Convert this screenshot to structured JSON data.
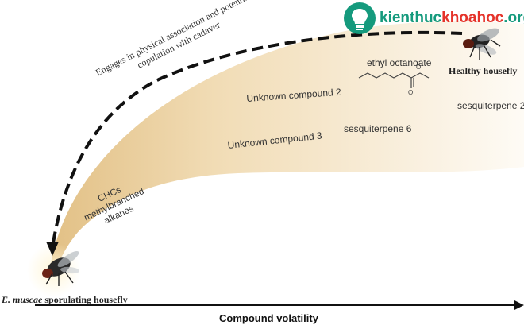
{
  "watermark": {
    "name": "KhoaHoc",
    "text_a": "kienthuc",
    "text_b": "khoahoc",
    "text_c": ".org",
    "color_a": "#159a7d",
    "color_b": "#e5332a"
  },
  "labels": {
    "arrow_text_line1": "Engages in physical association and potential",
    "arrow_text_line2": "copulation with cadaver",
    "healthy_housefly": "Healthy housefly",
    "ethyl_octanoate": "ethyl octanoate",
    "unknown_compound_2": "Unknown compound 2",
    "unknown_compound_3": "Unknown compound 3",
    "sesquiterpene_6": "sesquiterpene 6",
    "sesquiterpene_2": "sesquiterpene 2",
    "chcs_line1": "CHCs",
    "chcs_line2": "methylbranched",
    "chcs_line3": "alkanes",
    "sporulating_italic": "E. muscae",
    "sporulating_rest": "sporulating housefly",
    "axis_label": "Compound volatility"
  },
  "colors": {
    "plume_light": "#fdf8ee",
    "plume_dark": "#e6c590",
    "arrow": "#111111"
  }
}
